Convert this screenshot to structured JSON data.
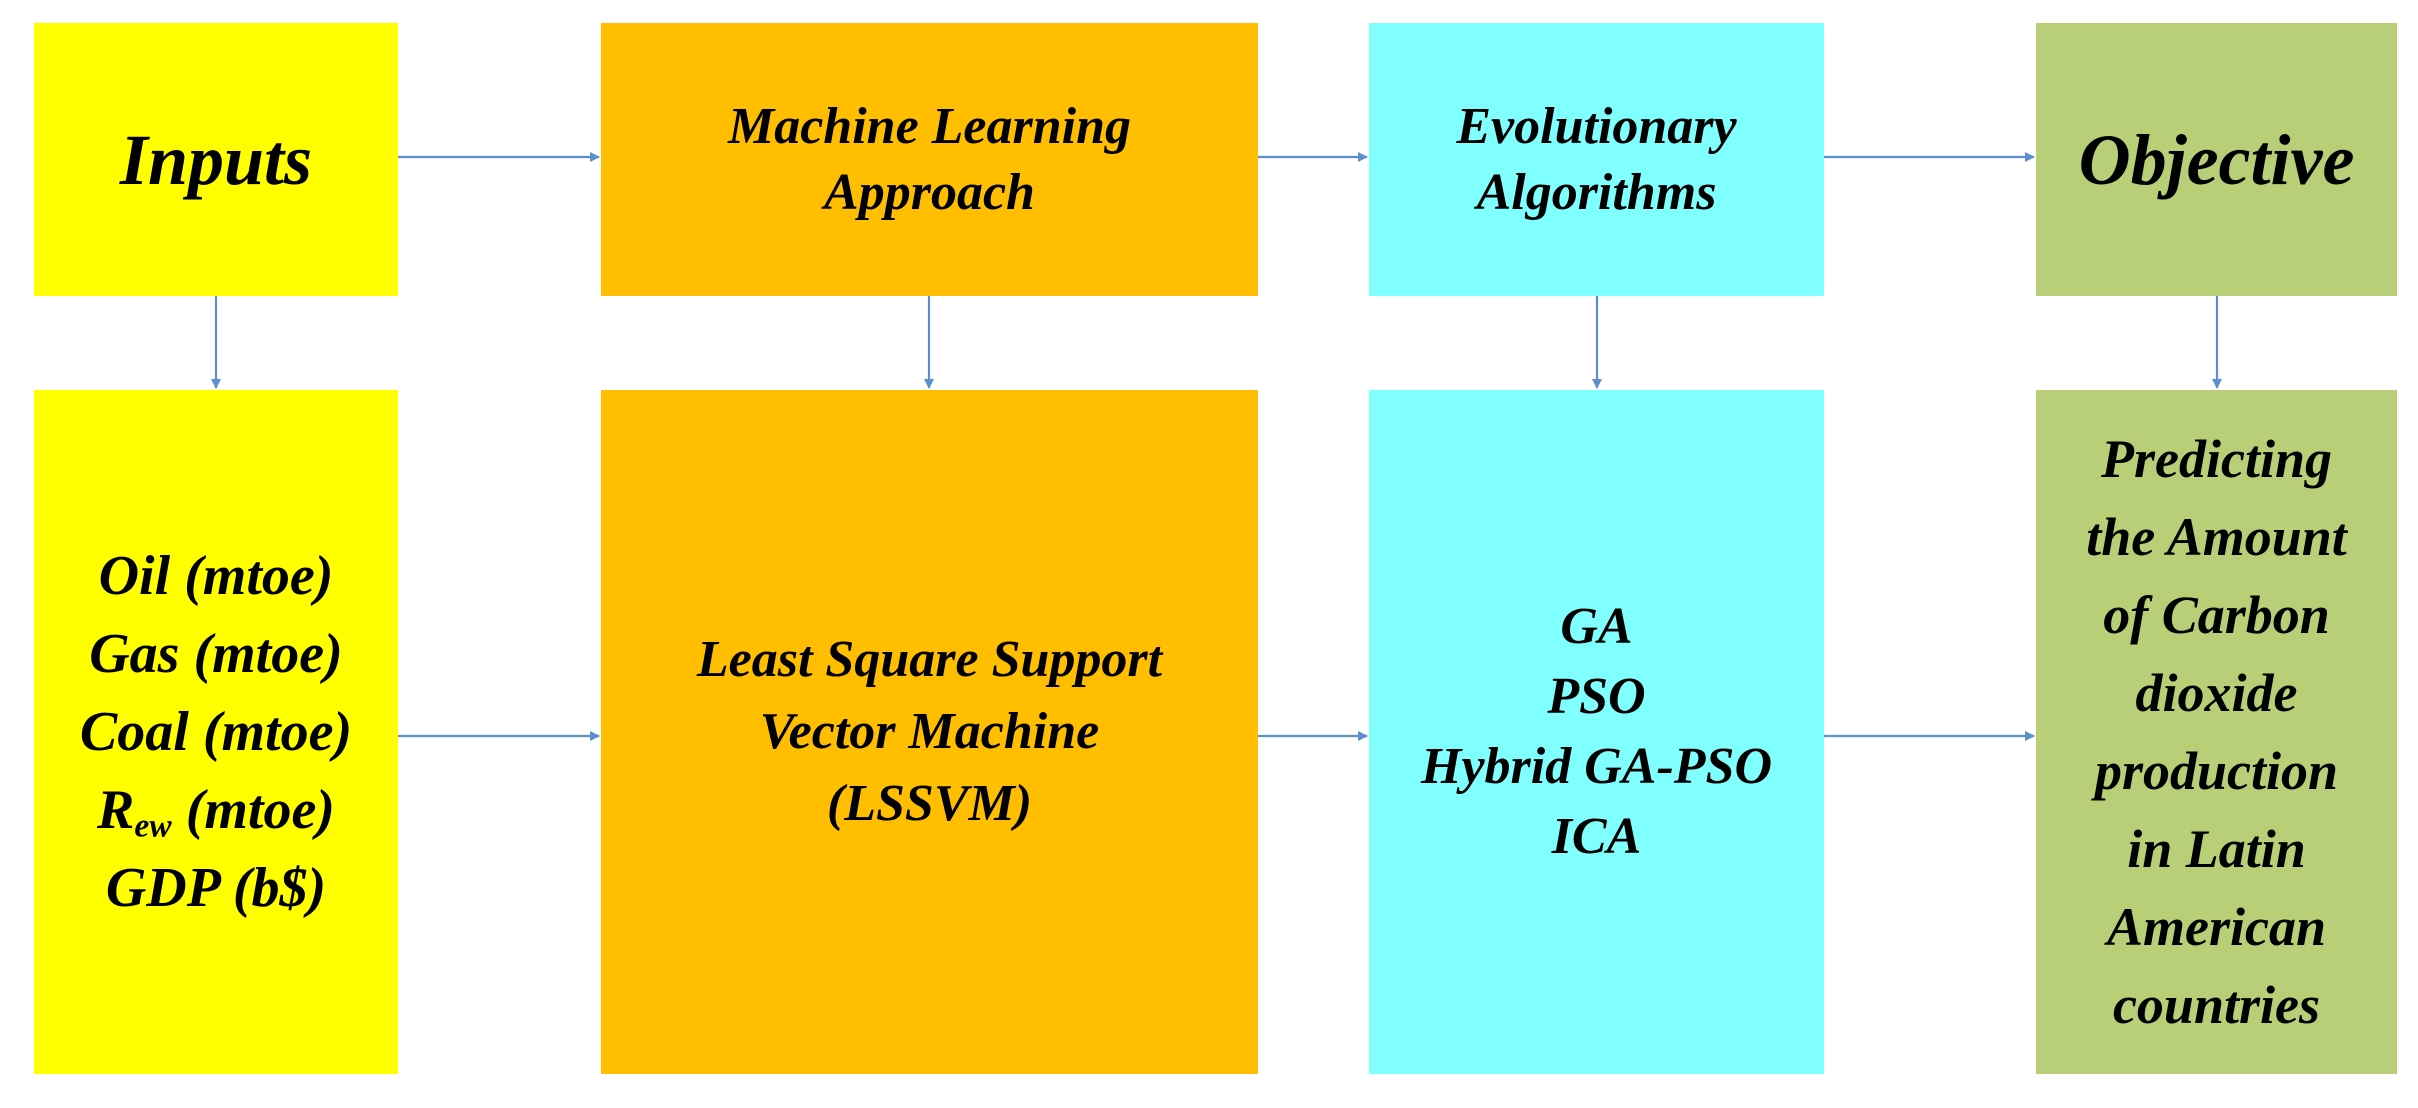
{
  "colors": {
    "inputs": "#ffff00",
    "ml": "#ffbf00",
    "evolutionary": "#80ffff",
    "objective": "#b8cf77",
    "arrow": "#5b8fd0",
    "text": "#000000"
  },
  "boxes": {
    "inputs_header": {
      "label": "Inputs"
    },
    "ml_header": {
      "line1": "Machine Learning",
      "line2": "Approach"
    },
    "evo_header": {
      "line1": "Evolutionary",
      "line2": "Algorithms"
    },
    "objective_header": {
      "label": "Objective"
    },
    "inputs_detail": {
      "oil": "Oil (mtoe)",
      "gas": "Gas (mtoe)",
      "coal": "Coal (mtoe)",
      "rew_main": "R",
      "rew_sub": "ew",
      "rew_rest": " (mtoe)",
      "gdp": "GDP (b$)"
    },
    "ml_detail": {
      "line1": "Least Square Support",
      "line2": "Vector Machine",
      "line3": "(LSSVM)"
    },
    "evo_detail": {
      "line1": "GA",
      "line2": "PSO",
      "line3": "Hybrid GA-PSO",
      "line4": "ICA"
    },
    "objective_detail": {
      "line1": "Predicting",
      "line2": "the Amount",
      "line3": "of Carbon",
      "line4": "dioxide",
      "line5": "production",
      "line6": "in Latin",
      "line7": "American",
      "line8": "countries"
    }
  },
  "connectors": [
    {
      "from": "Inputs",
      "to": "Machine Learning Approach"
    },
    {
      "from": "Machine Learning Approach",
      "to": "Evolutionary Algorithms"
    },
    {
      "from": "Evolutionary Algorithms",
      "to": "Objective"
    },
    {
      "from": "Inputs",
      "to": "Inputs detail"
    },
    {
      "from": "Machine Learning Approach",
      "to": "Least Square Support Vector Machine (LSSVM)"
    },
    {
      "from": "Evolutionary Algorithms",
      "to": "GA / PSO / Hybrid GA-PSO / ICA"
    },
    {
      "from": "Objective",
      "to": "Predicting the Amount of Carbon dioxide production in Latin American countries"
    },
    {
      "from": "Inputs detail",
      "to": "Least Square Support Vector Machine (LSSVM)"
    },
    {
      "from": "Least Square Support Vector Machine (LSSVM)",
      "to": "GA / PSO / Hybrid GA-PSO / ICA"
    },
    {
      "from": "GA / PSO / Hybrid GA-PSO / ICA",
      "to": "Predicting the Amount of Carbon dioxide production in Latin American countries"
    }
  ]
}
